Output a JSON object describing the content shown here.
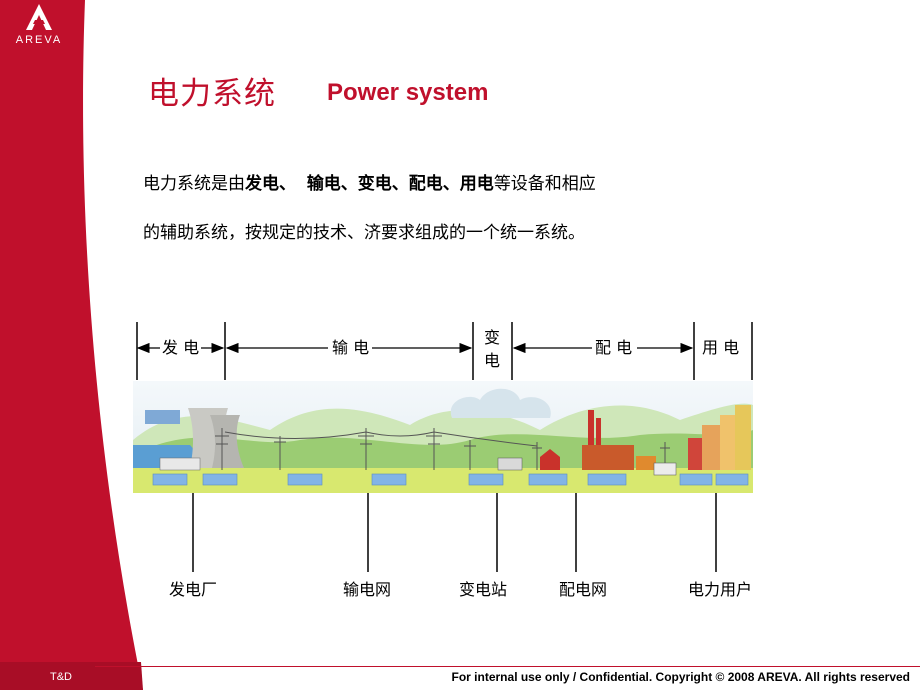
{
  "brand": {
    "logo_text": "AREVA",
    "unit": "T&D",
    "color": "#c0102c"
  },
  "title": {
    "zh": "电力系统",
    "en": "Power system"
  },
  "intro": {
    "line1": {
      "p1": "电力系统是由",
      "b1": "发电、",
      "b2": "输电、变电、配电、用电",
      "p2": "等设备和相应"
    },
    "line2": "的辅助系统，按规定的技术、济要求组成的一个统一系统。"
  },
  "segments": {
    "generation": "发 电",
    "transmission": "输 电",
    "substation_top": "变",
    "substation_bottom": "电",
    "distribution": "配 电",
    "consumption": "用 电"
  },
  "stations": {
    "power_plant": "发电厂",
    "transmission_network": "输电网",
    "substation": "变电站",
    "distribution_network": "配电网",
    "consumers": "电力用户"
  },
  "footer": {
    "text": "For internal use only / Confidential. Copyright © 2008 AREVA. All rights reserved"
  }
}
